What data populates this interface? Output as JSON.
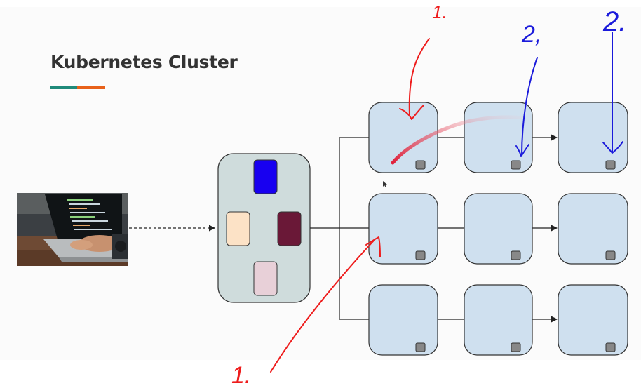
{
  "slide": {
    "title": "Kubernetes Cluster",
    "accent_colors": [
      "#1f8a7a",
      "#e8611a"
    ]
  },
  "diagram": {
    "control_plane": {
      "fill": "#cfdcdc",
      "components": [
        {
          "name": "blue",
          "color": "#1800f0"
        },
        {
          "name": "peach",
          "color": "#fce2c6"
        },
        {
          "name": "burgundy",
          "color": "#6a1837"
        },
        {
          "name": "pink",
          "color": "#e8d0d8"
        }
      ]
    },
    "node_fill": "#cfe0ef",
    "rows": 3,
    "columns": 3
  },
  "annotations": {
    "red_labels": [
      "1.",
      "1."
    ],
    "blue_labels": [
      "2,",
      "2."
    ],
    "red_color": "#ee1c1c",
    "blue_color": "#1a1adb"
  }
}
